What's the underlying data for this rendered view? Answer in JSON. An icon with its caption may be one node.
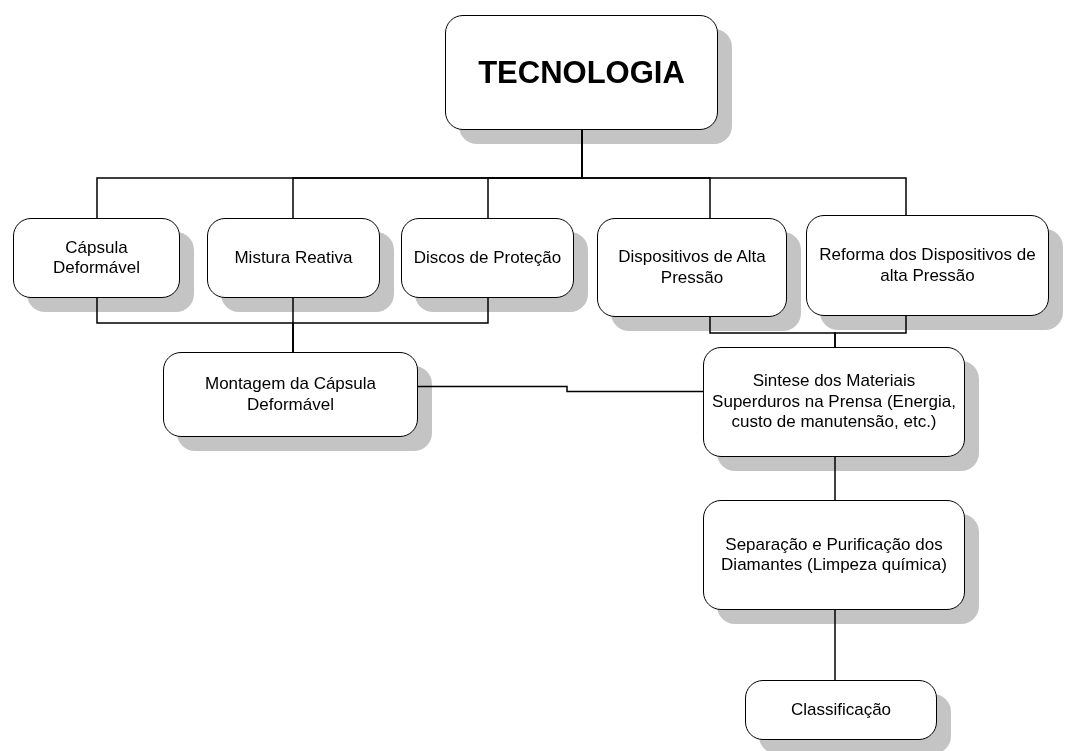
{
  "diagram": {
    "nodes": [
      {
        "text": [
          "TECNOLOGIA"
        ]
      },
      {
        "text": [
          "Cápsula Deformável"
        ]
      },
      {
        "text": [
          "Mistura Reativa"
        ]
      },
      {
        "text": [
          "Discos de Proteção"
        ]
      },
      {
        "text": [
          "Dispositivos de Alta Pressão"
        ]
      },
      {
        "text": [
          "Reforma dos Dispositivos de alta Pressão"
        ]
      },
      {
        "text": [
          "Montagem da Cápsula Deformável"
        ]
      },
      {
        "text": [
          "Sintese dos Materiais Superduros na Prensa (Energia, custo de manutensão, etc.)"
        ]
      },
      {
        "text": [
          "Separação e Purificação dos Diamantes (Limpeza química)"
        ]
      },
      {
        "text": [
          "Classificação"
        ]
      }
    ],
    "edges": [
      {
        "from": 0,
        "to": 1,
        "arrow": "none"
      },
      {
        "from": 0,
        "to": 2,
        "arrow": "none"
      },
      {
        "from": 0,
        "to": 3,
        "arrow": "none"
      },
      {
        "from": 0,
        "to": 4,
        "arrow": "none"
      },
      {
        "from": 0,
        "to": 5,
        "arrow": "none"
      },
      {
        "from": 1,
        "to": 6,
        "arrow": "none"
      },
      {
        "from": 2,
        "to": 6,
        "arrow": "none"
      },
      {
        "from": 3,
        "to": 6,
        "arrow": "none"
      },
      {
        "from": 4,
        "to": 7,
        "arrow": "none"
      },
      {
        "from": 5,
        "to": 7,
        "arrow": "none"
      },
      {
        "from": 6,
        "to": 7,
        "arrow": "none"
      },
      {
        "from": 7,
        "to": 8,
        "arrow": "none"
      },
      {
        "from": 8,
        "to": 9,
        "arrow": "none"
      }
    ]
  }
}
